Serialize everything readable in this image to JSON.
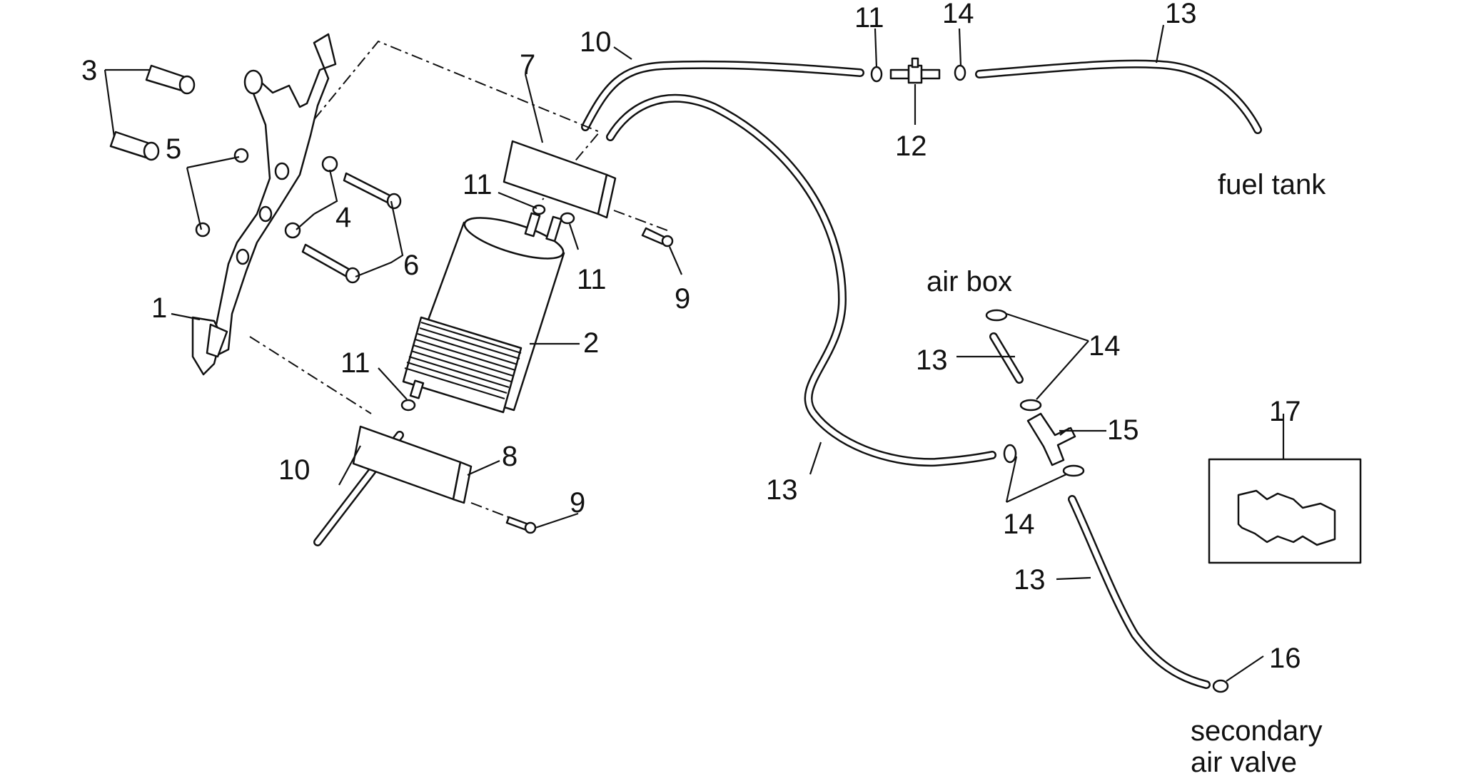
{
  "callouts": {
    "c1": "1",
    "c2": "2",
    "c3": "3",
    "c4": "4",
    "c5": "5",
    "c6": "6",
    "c7": "7",
    "c8": "8",
    "c9a": "9",
    "c9b": "9",
    "c10a": "10",
    "c10b": "10",
    "c11a": "11",
    "c11b": "11",
    "c11c": "11",
    "c11d": "11",
    "c12": "12",
    "c13a": "13",
    "c13b": "13",
    "c13c": "13",
    "c13d": "13",
    "c14a": "14",
    "c14b": "14",
    "c14c": "14",
    "c15": "15",
    "c16": "16",
    "c17": "17"
  },
  "notes": {
    "fuel_tank": "fuel tank",
    "air_box": "air box",
    "secondary_line1": "secondary",
    "secondary_line2": "air valve"
  }
}
